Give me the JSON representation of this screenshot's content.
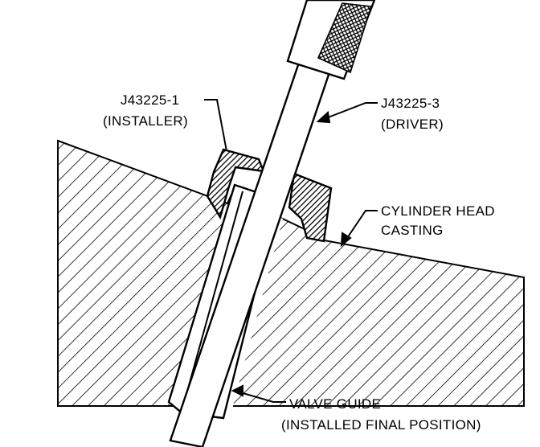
{
  "diagram": {
    "labels": {
      "installer_part": "J43225-1",
      "installer_name": "(INSTALLER)",
      "driver_part": "J43225-3",
      "driver_name": "(DRIVER)",
      "casting_line1": "CYLINDER HEAD",
      "casting_line2": "CASTING",
      "guide_line1": "VALVE GUIDE",
      "guide_line2": "(INSTALLED FINAL POSITION)"
    },
    "colors": {
      "ink": "#000000",
      "paper": "#ffffff"
    }
  }
}
